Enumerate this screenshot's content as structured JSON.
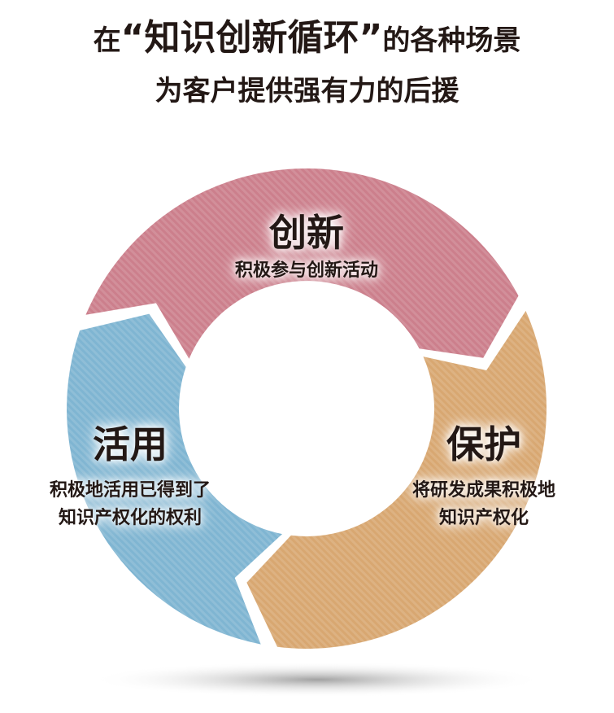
{
  "header": {
    "prefix": "在",
    "highlight": "“知识创新循环”",
    "suffix": "的各种场景",
    "line2": "为客户提供强有力的后援"
  },
  "cycle": [
    {
      "title": "创新",
      "desc": [
        "积极参与创新活动"
      ],
      "color": "#cc7f8c"
    },
    {
      "title": "保护",
      "desc": [
        "将研发成果积极地",
        "知识产权化"
      ],
      "color": "#d8a771"
    },
    {
      "title": "活用",
      "desc": [
        "积极地活用已得到了",
        "知识产权化的权利"
      ],
      "color": "#7fb5d2"
    }
  ]
}
